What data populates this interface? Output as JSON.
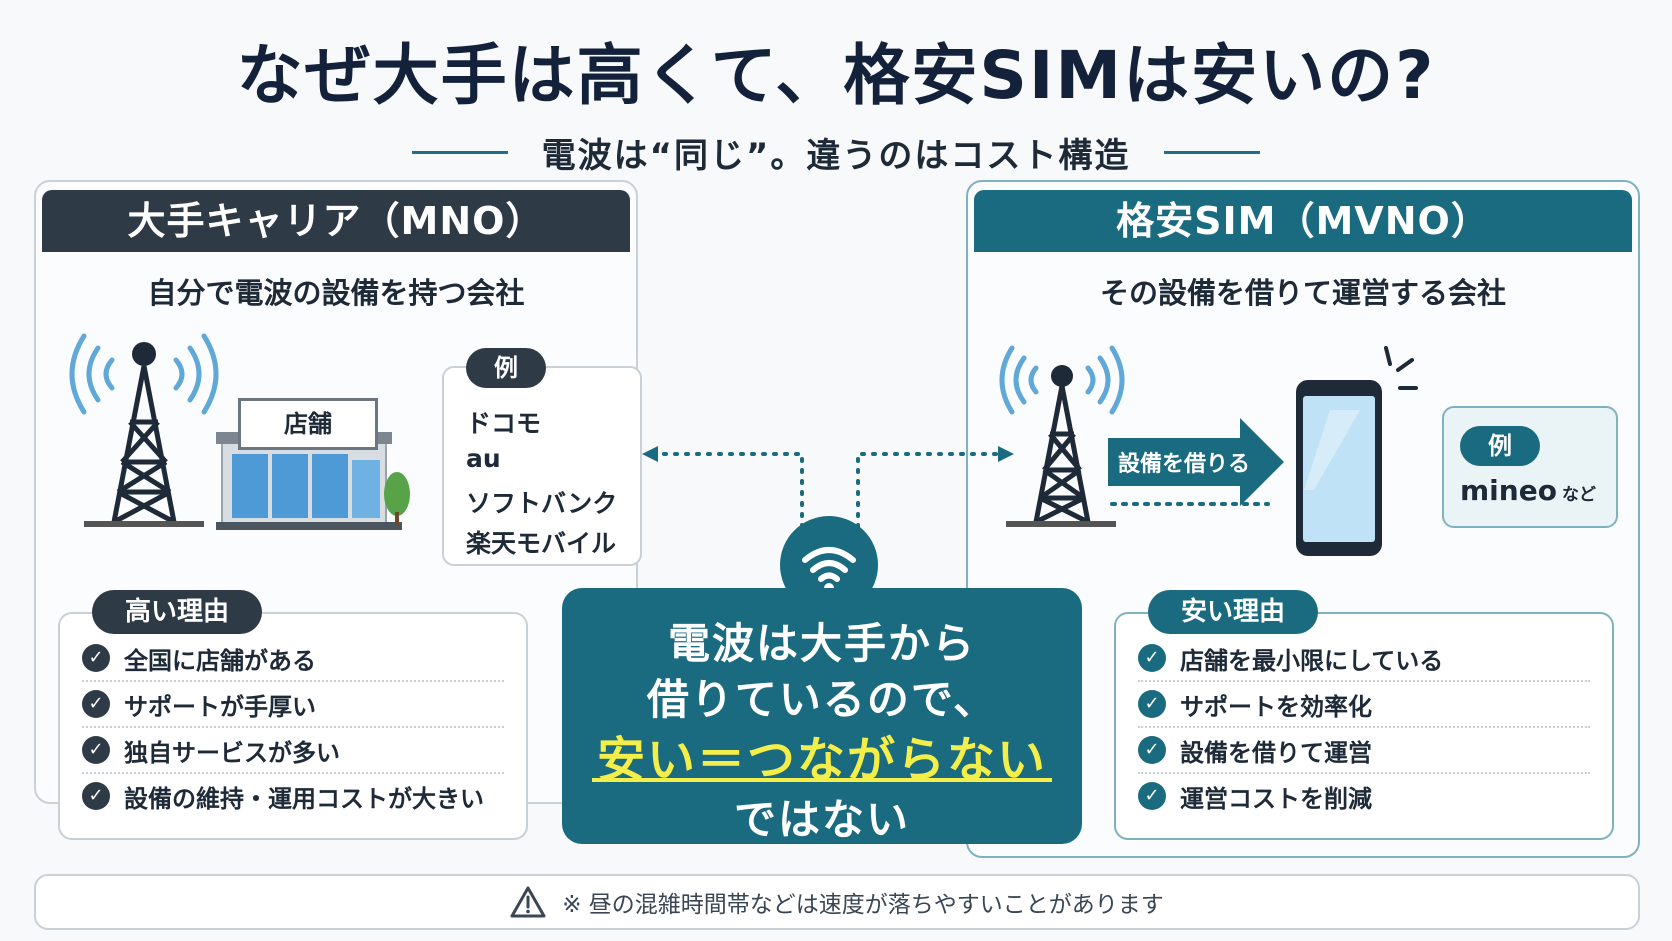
{
  "title": "なぜ大手は高くて、格安SIMは安いの?",
  "subtitle": "電波は“同じ”。違うのはコスト構造",
  "left": {
    "header": "大手キャリア（MNO）",
    "description": "自分で電波の設備を持つ会社",
    "store_label": "店舗",
    "example_label": "例",
    "examples": [
      "ドコモ",
      "au",
      "ソフトバンク",
      "楽天モバイル"
    ],
    "reason_label": "高い理由",
    "reasons": [
      "全国に店舗がある",
      "サポートが手厚い",
      "独自サービスが多い",
      "設備の維持・運用コストが大きい"
    ]
  },
  "right": {
    "header": "格安SIM（MVNO）",
    "description": "その設備を借りて運営する会社",
    "arrow_label": "設備を借りる",
    "example_label": "例",
    "example_main": "mineo",
    "example_suffix": "など",
    "reason_label": "安い理由",
    "reasons": [
      "店舗を最小限にしている",
      "サポートを効率化",
      "設備を借りて運営",
      "運営コストを削減"
    ]
  },
  "center": {
    "line1": "電波は大手から",
    "line2": "借りているので、",
    "highlight": "安い＝つながらない",
    "line4": "ではない"
  },
  "footer": {
    "note": "※ 昼の混雑時間帯などは速度が落ちやすいことがあります"
  },
  "colors": {
    "dark": "#2f3a47",
    "teal": "#1a6b80",
    "signal": "#5fa8d8",
    "highlight": "#f4ee4a"
  }
}
